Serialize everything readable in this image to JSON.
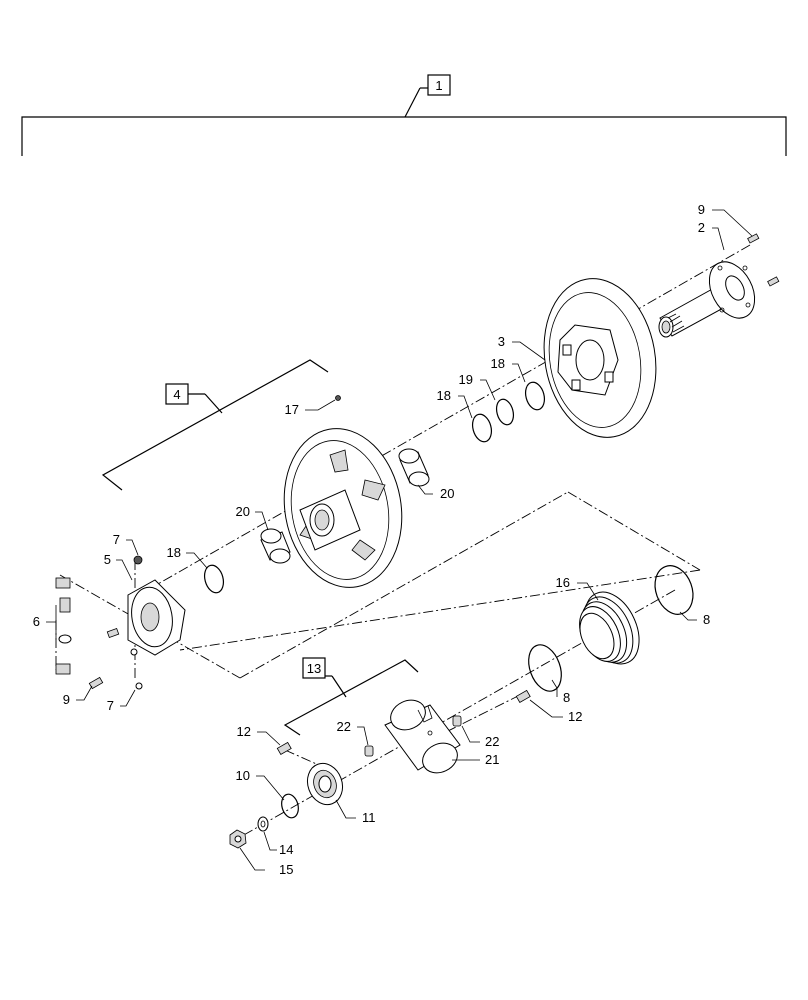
{
  "diagram": {
    "assembly_label": "1",
    "subassembly_labels": {
      "pulley_half": "4",
      "cam_assembly": "13"
    },
    "callouts": {
      "c9_top": "9",
      "c2": "2",
      "c3": "3",
      "c18_top": "18",
      "c19": "19",
      "c18_mid": "18",
      "c17": "17",
      "c20_right": "20",
      "c20_left": "20",
      "c18_left": "18",
      "c7_top": "7",
      "c5": "5",
      "c6": "6",
      "c9_bottom": "9",
      "c7_bottom": "7",
      "c16": "16",
      "c8_right": "8",
      "c8_mid": "8",
      "c12_right": "12",
      "c12_left": "12",
      "c22_left": "22",
      "c22_right": "22",
      "c21": "21",
      "c10": "10",
      "c11": "11",
      "c14": "14",
      "c15": "15"
    }
  }
}
